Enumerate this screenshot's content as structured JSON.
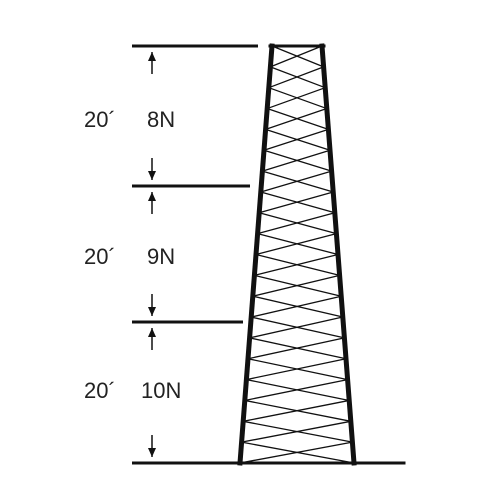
{
  "diagram": {
    "line_color": "#111111",
    "sections": [
      {
        "length_label": "20´",
        "section_label": "8N"
      },
      {
        "length_label": "20´",
        "section_label": "9N"
      },
      {
        "length_label": "20´",
        "section_label": "10N"
      }
    ]
  }
}
